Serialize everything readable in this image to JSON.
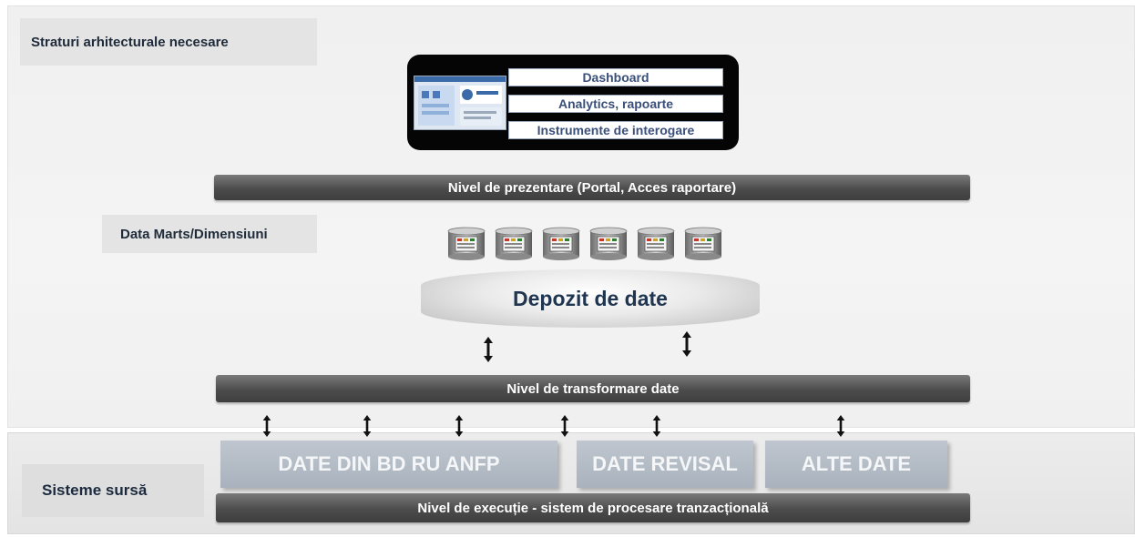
{
  "title": "Straturi arhitecturale necesare",
  "tools": {
    "items": [
      "Dashboard",
      "Analytics, rapoarte",
      "Instrumente de interogare"
    ]
  },
  "layers": {
    "presentation": "Nivel de prezentare (Portal, Acces raportare)",
    "data_marts": "Data Marts/Dimensiuni",
    "warehouse": "Depozit de date",
    "transformation": "Nivel de transformare date",
    "execution": "Nivel de execuție - sistem de procesare tranzacțională"
  },
  "sources": {
    "label": "Sisteme sursă",
    "items": [
      "DATE DIN BD RU ANFP",
      "DATE REVISAL",
      "ALTE DATE"
    ]
  },
  "data_mart_count": 6,
  "colors": {
    "bar": "#4c4c4c",
    "tool_text": "#3a4f7a",
    "source_box": "#b3bbc5",
    "warehouse_text": "#1f3550"
  }
}
